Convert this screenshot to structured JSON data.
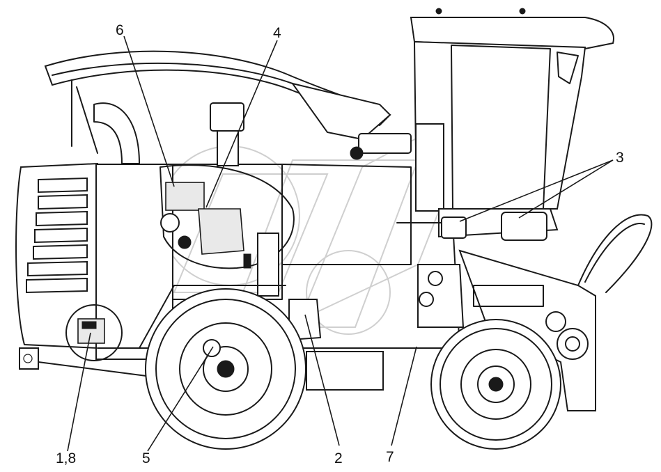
{
  "callouts": {
    "c6": "6",
    "c4": "4",
    "c3": "3",
    "c18": "1,8",
    "c5": "5",
    "c2": "2",
    "c7": "7"
  },
  "colors": {
    "line": "#1a1a1a",
    "background": "#ffffff",
    "watermark": "#cfcfcf"
  }
}
